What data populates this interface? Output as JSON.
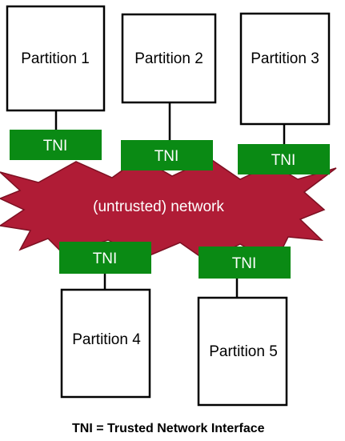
{
  "colors": {
    "tni_fill": "#0a8a14",
    "network_fill": "#b01c36",
    "network_stroke": "#7d1022",
    "partition_fill": "#ffffff",
    "line": "#000000"
  },
  "partitions": [
    {
      "label": "Partition 1"
    },
    {
      "label": "Partition 2"
    },
    {
      "label": "Partition 3"
    },
    {
      "label": "Partition 4"
    },
    {
      "label": "Partition 5"
    }
  ],
  "tnis": [
    {
      "label": "TNI"
    },
    {
      "label": "TNI"
    },
    {
      "label": "TNI"
    },
    {
      "label": "TNI"
    },
    {
      "label": "TNI"
    }
  ],
  "network": {
    "label": "(untrusted) network",
    "shape": "starburst"
  },
  "legend": {
    "text": "TNI = Trusted Network Interface"
  }
}
